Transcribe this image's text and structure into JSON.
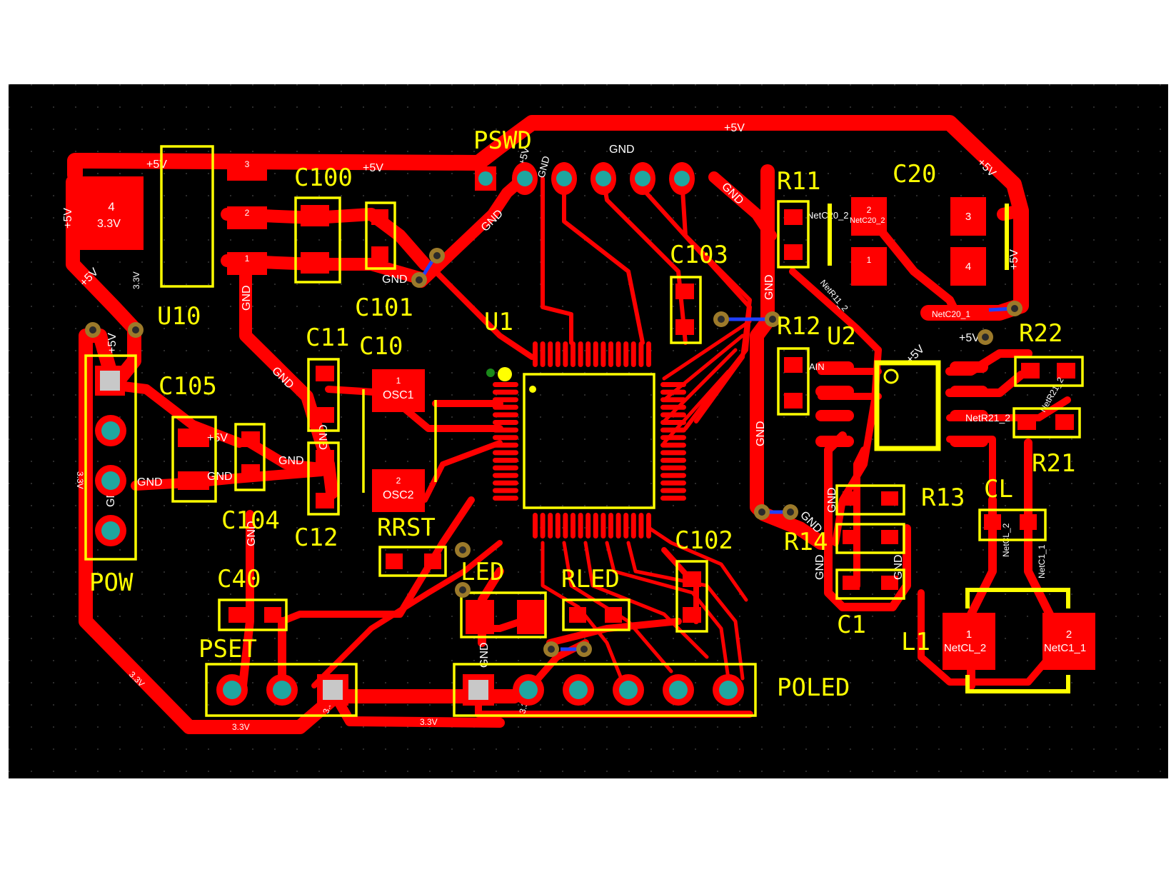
{
  "colors": {
    "background": "#ffffff",
    "board": "#000000",
    "grid_dot": "#3a3a3a",
    "copper": "#ff0000",
    "silkscreen": "#ffff00",
    "via_ring": "#9c7a2a",
    "via_hole": "#2a2a2a",
    "pad_hole": "#1fa6a0",
    "square_pad": "#c8c8c8",
    "blue_mark": "#2040ff",
    "net_text": "#ffffff"
  },
  "designators": {
    "pswd": "PSWD",
    "c100": "C100",
    "u10": "U10",
    "c101": "C101",
    "u1": "U1",
    "c103": "C103",
    "c11": "C11",
    "c10": "C10",
    "c105": "C105",
    "c104": "C104",
    "c12": "C12",
    "pow": "POW",
    "rrst": "RRST",
    "led": "LED",
    "rled": "RLED",
    "c40": "C40",
    "pset": "PSET",
    "c102": "C102",
    "poled": "POLED",
    "r11": "R11",
    "c20": "C20",
    "r12": "R12",
    "u2": "U2",
    "r22": "R22",
    "r21": "R21",
    "r13": "R13",
    "cl": "CL",
    "r14": "R14",
    "c1": "C1",
    "l1": "L1"
  },
  "nets": {
    "p5v": "+5V",
    "gnd": "GND",
    "v33": "3.3V",
    "ain": "AIN",
    "osc1": "OSC1",
    "osc2": "OSC2",
    "netc20_1": "NetC20_1",
    "netc20_2": "NetC20_2",
    "netcl_2": "NetCL_2",
    "netc1_1": "NetC1_1",
    "netr11_2": "NetR11_2",
    "netr21_2": "NetR21_2",
    "netc1_1b": "NetC1_1",
    "netcl": "NetCL_2",
    "netc20": "NetC20_2",
    "netr21": "NetR21_2"
  },
  "pads": {
    "u10_3": "3",
    "u10_2": "2",
    "u10_1": "1",
    "u10_4": "4",
    "c20_3": "3",
    "c20_4": "4",
    "c20_2": "2",
    "c20_1": "1",
    "l1_1": "1",
    "l1_2": "2",
    "osc_1": "1",
    "osc_2": "2"
  }
}
